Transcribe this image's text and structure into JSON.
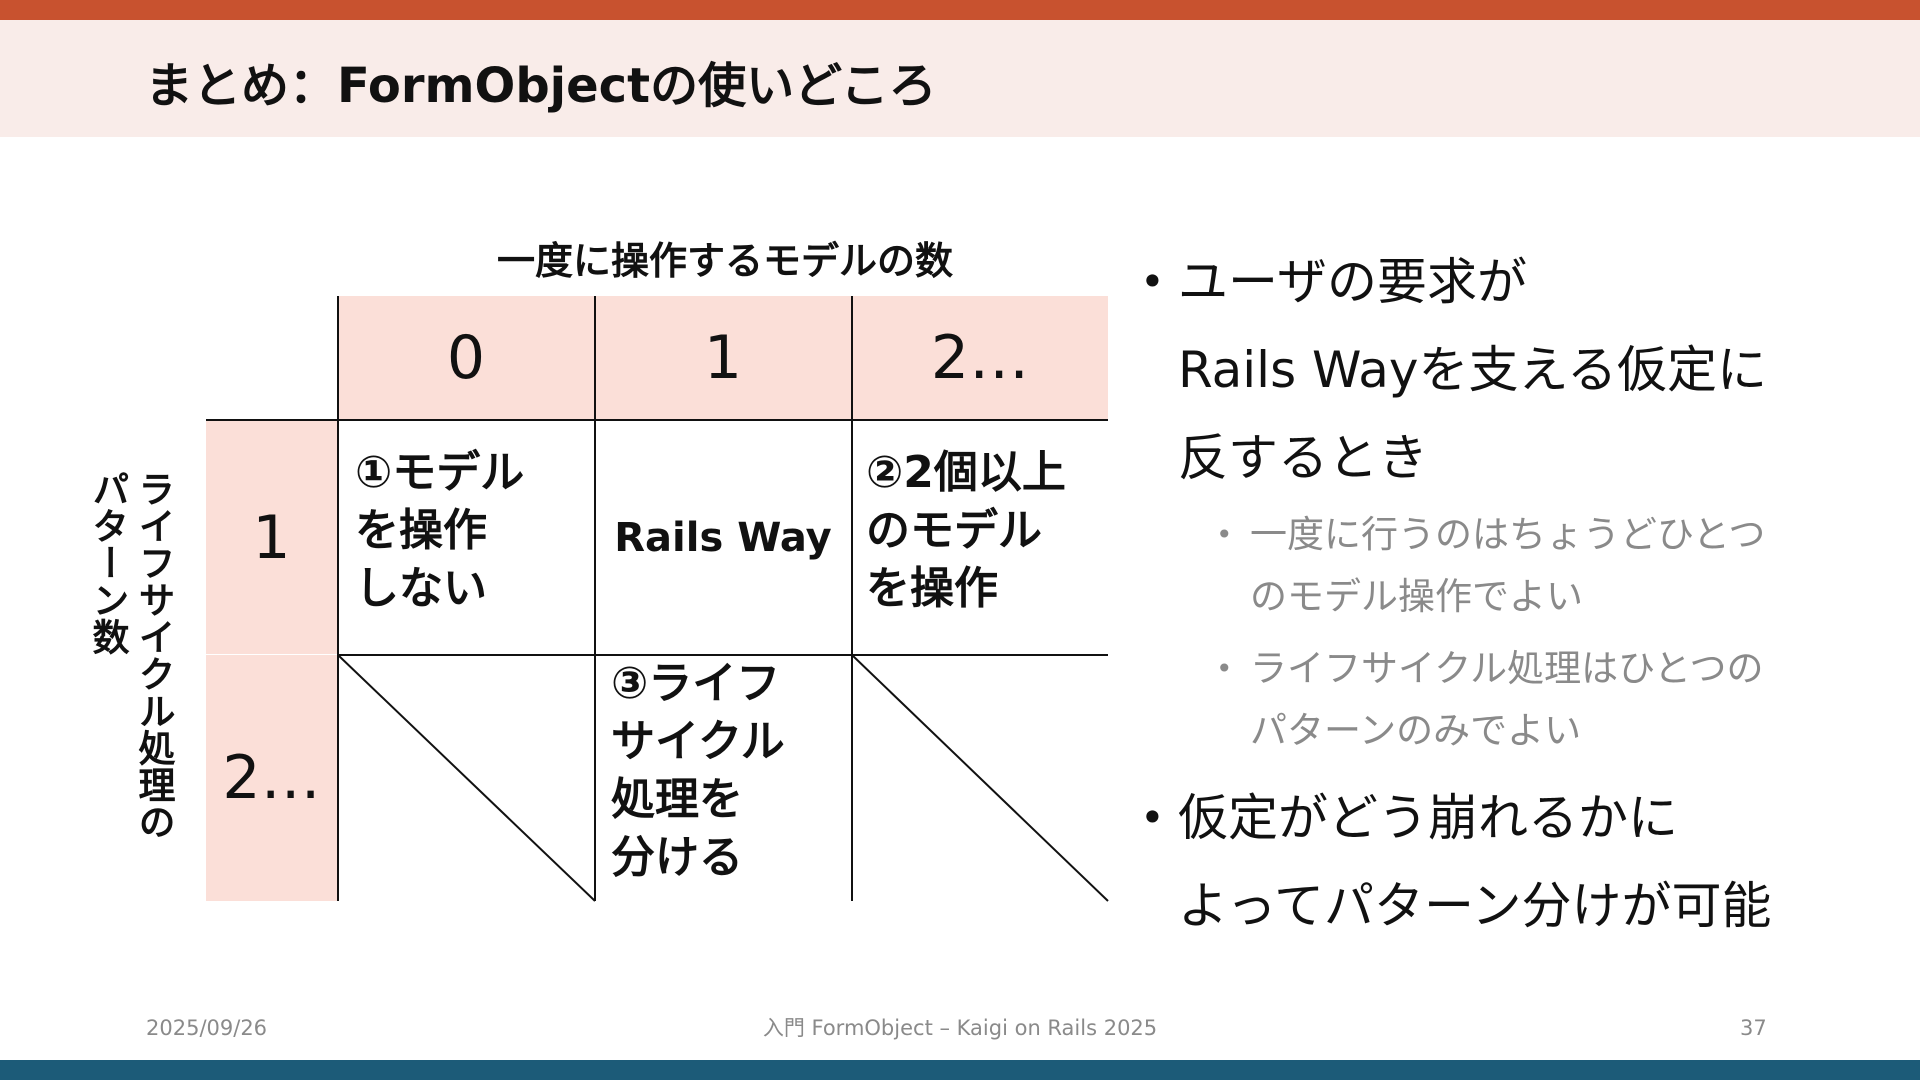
{
  "slide": {
    "title": "まとめ：FormObjectの使いどころ"
  },
  "matrix": {
    "col_axis_label": "一度に操作するモデルの数",
    "row_axis_label": "ライフサイクル処理のパターン数",
    "col_headers": [
      "0",
      "1",
      "2…"
    ],
    "row_headers": [
      "1",
      "2…"
    ],
    "cells": {
      "r1c0": [
        "①モデル",
        "を操作",
        "しない"
      ],
      "r1c1": "Rails Way",
      "r1c2": [
        "②2個以上",
        "のモデル",
        "を操作"
      ],
      "r2c1": [
        "③ライフ",
        "サイクル",
        "処理を",
        "分ける"
      ]
    },
    "colors": {
      "header_fill": "#fbdfd8",
      "line": "#111111"
    }
  },
  "bullets": [
    {
      "lines": [
        "ユーザの要求が",
        "Rails Wayを支える仮定に",
        "反するとき"
      ],
      "children": [
        {
          "lines": [
            "一度に行うのはちょうどひとつ",
            "のモデル操作でよい"
          ]
        },
        {
          "lines": [
            "ライフサイクル処理はひとつの",
            "パターンのみでよい"
          ]
        }
      ]
    },
    {
      "lines": [
        "仮定がどう崩れるかに",
        "よってパターン分けが可能"
      ],
      "children": []
    }
  ],
  "footer": {
    "date": "2025/09/26",
    "center": "入門 FormObject – Kaigi on Rails 2025",
    "page": "37"
  },
  "theme": {
    "top_bar": "#c8522f",
    "title_band": "#f9ece9",
    "bottom_bar": "#1c5b78"
  }
}
